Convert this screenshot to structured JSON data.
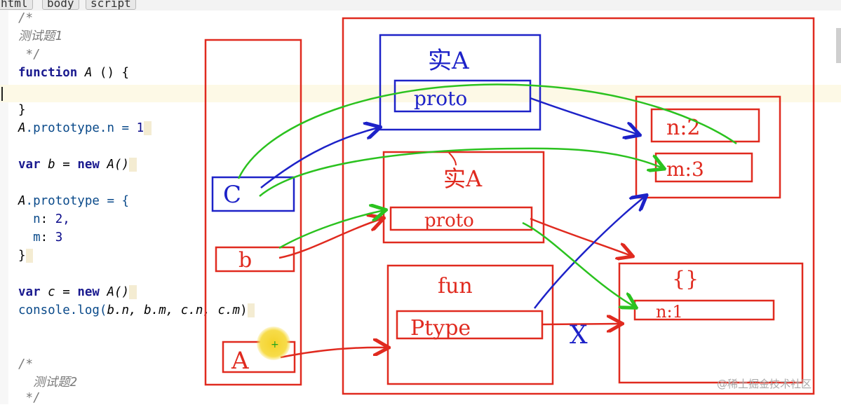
{
  "tabs": [
    "html",
    "body",
    "script"
  ],
  "code": {
    "comment1_open": "/*",
    "comment1_title": "测试题1",
    "comment1_close": " */",
    "l_function_kw": "function",
    "l_function_name": "A",
    "l_function_rest": " () {",
    "l_close_brace": "}",
    "l_proto_a": "A",
    "l_proto_dot": ".prototype.n = ",
    "l_proto_val": "1",
    "l_var_kw": "var",
    "l_var_b": "b",
    "l_var_eq": " = ",
    "l_new_kw": "new",
    "l_new_call": "A()",
    "l_proto2_a": "A",
    "l_proto2_rest": ".prototype = {",
    "l_n_key": "n",
    "l_n_val": "2,",
    "l_m_key": "m",
    "l_m_val": "3",
    "l_obj_close": "}",
    "l_var2_kw": "var",
    "l_var2_c": "c",
    "l_var2_eq": " = ",
    "l_new2_kw": "new",
    "l_new2_call": "A()",
    "l_console": "console.log(",
    "l_console_args": "b.n, b.m, c.n, c.m",
    "l_console_close": ")",
    "comment2_open": "/*",
    "comment2_title": "测试题2",
    "comment2_close": " */"
  },
  "annotations": {
    "instance_a_label": "实A",
    "proto_label": "proto",
    "instance_b_label": "实A",
    "proto_label_2": "proto",
    "fun_label": "fun",
    "ptype_label": "Ptype",
    "c_label": "C",
    "b_label": "b",
    "a_label": "A",
    "n2_label": "n:2",
    "m3_label": "m:3",
    "obj_label": "{}",
    "n1_label": "n:1",
    "cross_mark": "X"
  },
  "watermark": "@稀土掘金技术社区",
  "colors": {
    "red": "#e02a1f",
    "blue": "#1d22c8",
    "green": "#2bc21f"
  }
}
